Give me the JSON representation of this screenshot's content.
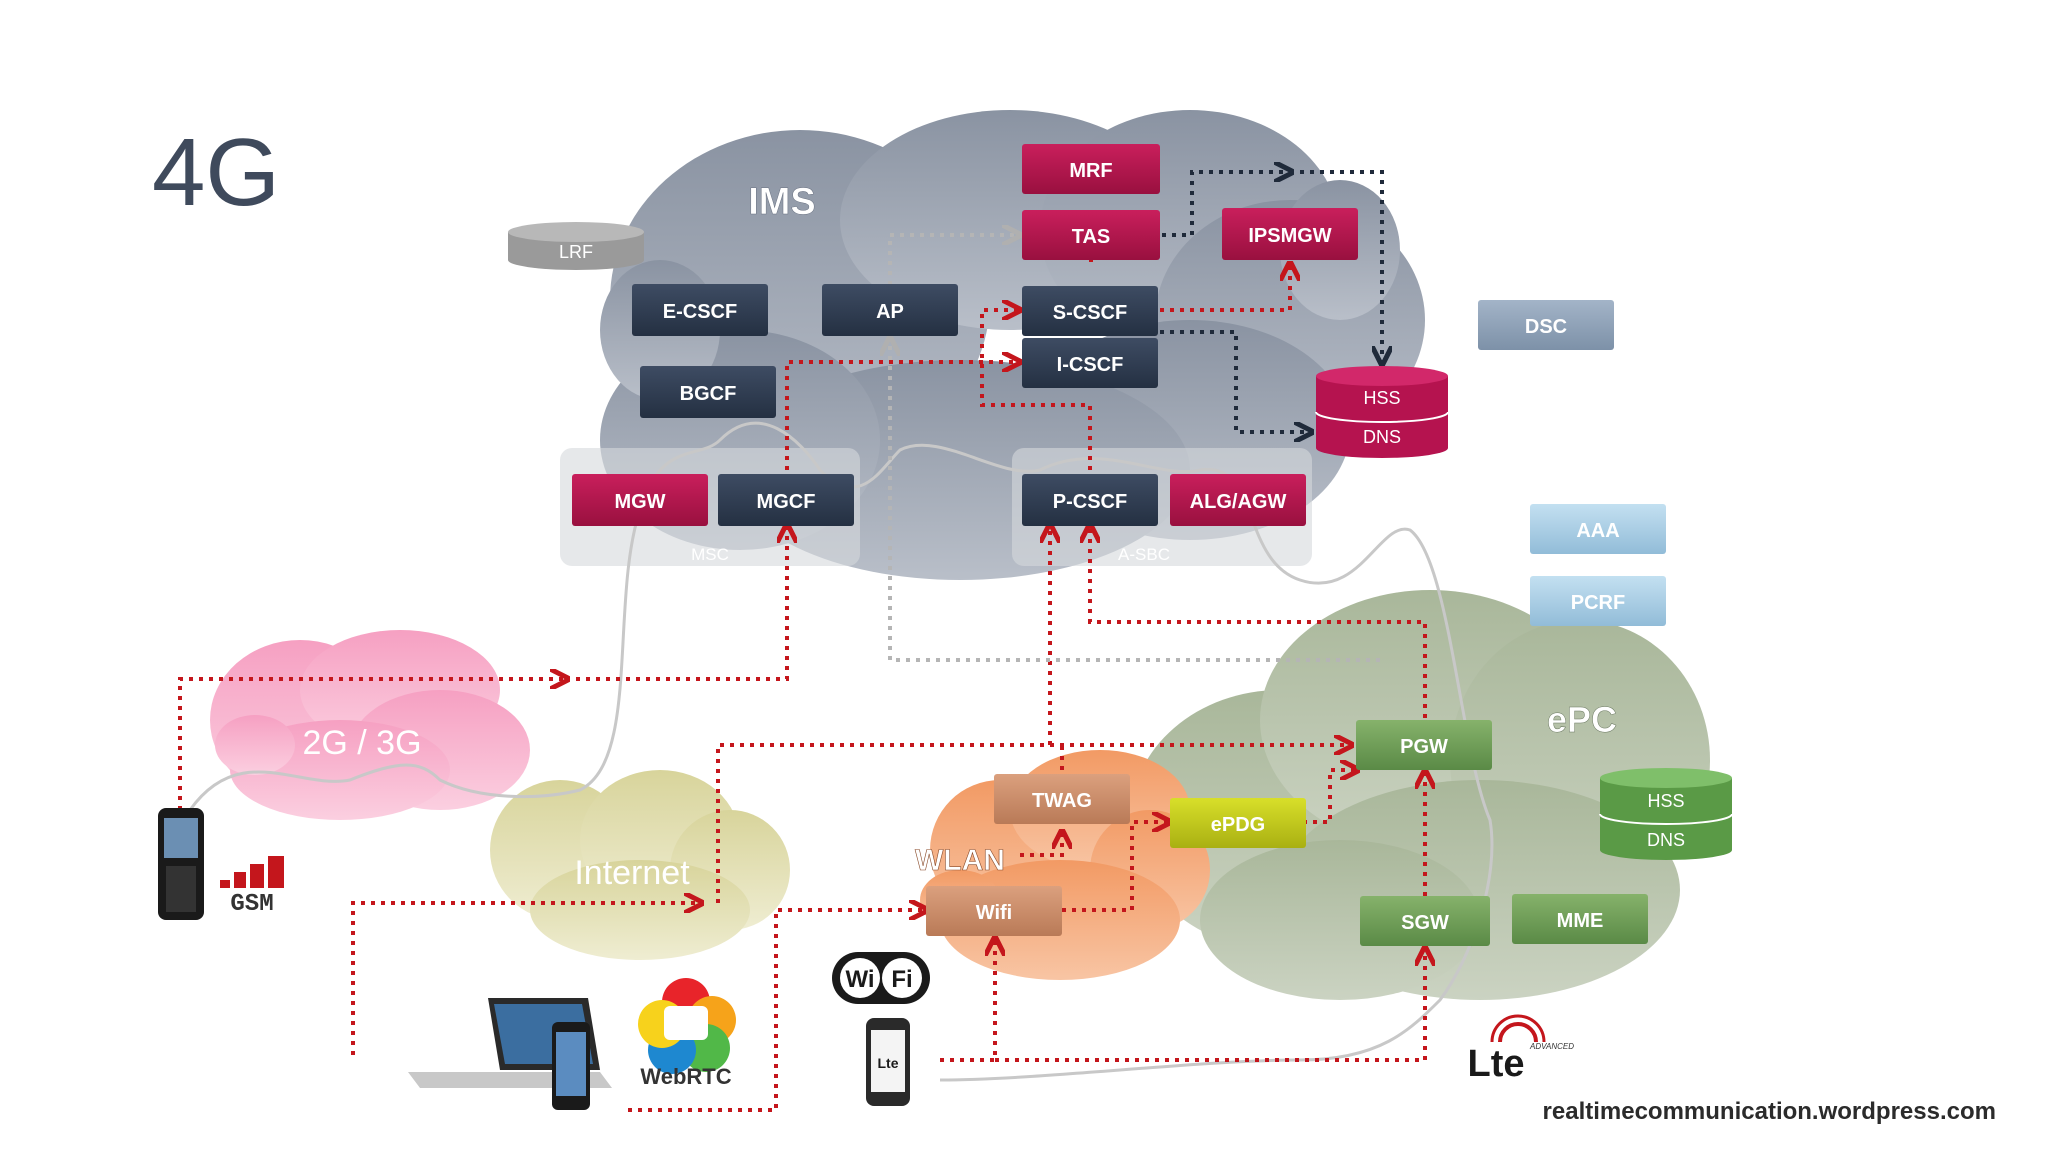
{
  "title": "4G",
  "url": "realtimecommunication.wordpress.com",
  "clouds": {
    "ims": "IMS",
    "g23": "2G / 3G",
    "internet": "Internet",
    "wlan": "WLAN",
    "epc": "ePC"
  },
  "groups": {
    "msc": "MSC",
    "asbc": "A-SBC"
  },
  "nodes": {
    "mrf": "MRF",
    "tas": "TAS",
    "ipsmgw": "IPSMGW",
    "ecscf": "E-CSCF",
    "ap": "AP",
    "scscf": "S-CSCF",
    "icscf": "I-CSCF",
    "bgcf": "BGCF",
    "mgw": "MGW",
    "mgcf": "MGCF",
    "pcscf": "P-CSCF",
    "algagw": "ALG/AGW",
    "lrf": "LRF",
    "dsc": "DSC",
    "hss_top": "HSS",
    "dns_top": "DNS",
    "aaa": "AAA",
    "pcrf": "PCRF",
    "pgw": "PGW",
    "epdg": "ePDG",
    "twag": "TWAG",
    "wifi": "Wifi",
    "sgw": "SGW",
    "mme": "MME",
    "hss_epc": "HSS",
    "dns_epc": "DNS"
  },
  "logos": {
    "gsm": "GSM",
    "webrtc": "WebRTC",
    "wifi_wi": "Wi",
    "wifi_fi": "Fi",
    "lte": "Lte",
    "lte_adv": "ADVANCED",
    "phone_lte": "Lte"
  },
  "colors": {
    "dark_node": "#2e3a4d",
    "crimson_node": "#b5134f",
    "green_node": "#6a9a55",
    "peach_node": "#c98a66",
    "yellow_node": "#c4cc1a",
    "blue_node": "#8fa2b8",
    "light_blue_node": "#a9cde4",
    "red_link": "#c4161c",
    "ims_cloud": "#8f98a6",
    "g23_cloud": "#f6a7c7",
    "internet_cloud": "#dedaa8",
    "wlan_cloud": "#f2a678",
    "epc_cloud": "#b5c2a8"
  }
}
